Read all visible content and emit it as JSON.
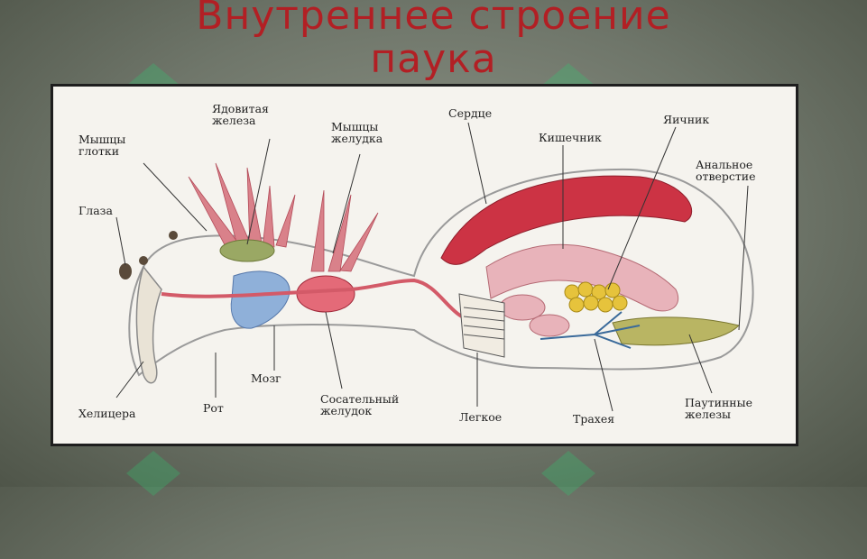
{
  "title": {
    "line1": "Внутреннее строение",
    "line2": "паука"
  },
  "labels": {
    "poison_gland": [
      "Ядовитая",
      "железа"
    ],
    "pharynx_muscles": [
      "Мышцы",
      "глотки"
    ],
    "stomach_muscles": [
      "Мышцы",
      "желудка"
    ],
    "heart": "Сердце",
    "intestine": "Кишечник",
    "ovary": "Яичник",
    "anus": [
      "Анальное",
      "отверстие"
    ],
    "eyes": "Глаза",
    "brain": "Мозг",
    "mouth": "Рот",
    "chelicera": "Хелицера",
    "sucking_stomach": [
      "Сосательный",
      "желудок"
    ],
    "lung": "Легкое",
    "trachea": "Трахея",
    "spinning_glands": [
      "Паутинные",
      "железы"
    ]
  },
  "colors": {
    "title": "#b21f24",
    "muscle_red": "#c9384a",
    "heart_red": "#c0283a",
    "brain_blue": "#8fb0d9",
    "gland_green": "#8d9a55",
    "ovary_yellow": "#e3c23b",
    "intestine_pink": "#e2a9b0",
    "watermark_green": "#2ecc71"
  }
}
